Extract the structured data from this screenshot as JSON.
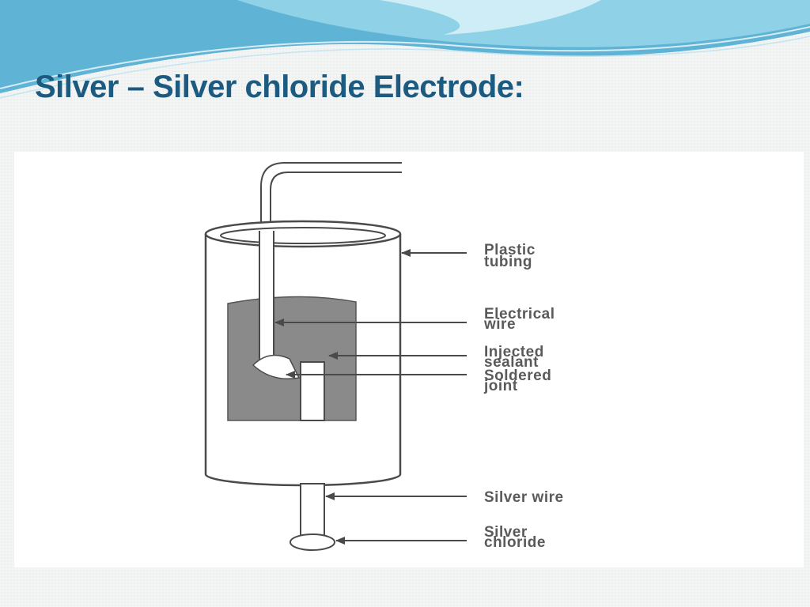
{
  "slide": {
    "title": "Silver – Silver chloride Electrode:"
  },
  "diagram": {
    "labels": {
      "plastic_tubing": [
        "Plastic",
        "tubing"
      ],
      "electrical_wire": [
        "Electrical",
        "wire"
      ],
      "injected_sealant": [
        "Injected",
        "sealant"
      ],
      "soldered_joint": [
        "Soldered",
        "joint"
      ],
      "silver_wire": [
        "Silver wire"
      ],
      "silver_chloride": [
        "Silver",
        "chloride"
      ]
    }
  },
  "colors": {
    "title": "#1c5a80",
    "wave_dark": "#5fb4d6",
    "wave_light": "#a9dcec",
    "sealant": "#8a8a8a",
    "outline": "#4a4a4a"
  }
}
